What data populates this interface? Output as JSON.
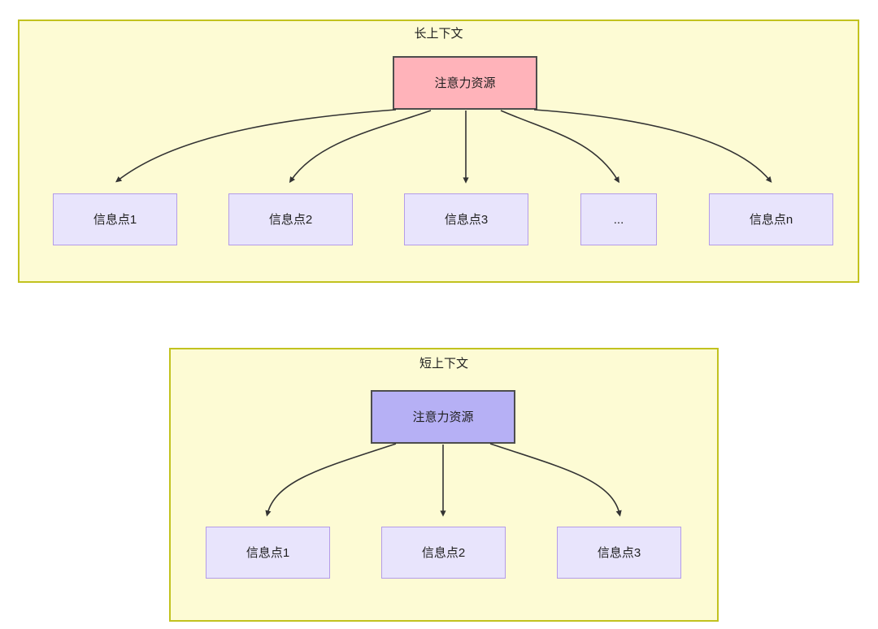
{
  "diagram": {
    "type": "diagram",
    "description": "Two comparison panels showing attention resource distribution across information points in long context versus short context",
    "panels": [
      {
        "id": "long-context",
        "title": "长上下文",
        "root": {
          "label": "注意力资源",
          "fill_color": "#ffb3ba",
          "border_color": "#4d4d4d"
        },
        "leaves": [
          {
            "label": "信息点1"
          },
          {
            "label": "信息点2"
          },
          {
            "label": "信息点3"
          },
          {
            "label": "..."
          },
          {
            "label": "信息点n"
          }
        ],
        "leaf_fill_color": "#e8e4fc",
        "leaf_border_color": "#b49ce8",
        "panel_fill_color": "#fdfbd4",
        "panel_border_color": "#c2c21f"
      },
      {
        "id": "short-context",
        "title": "短上下文",
        "root": {
          "label": "注意力资源",
          "fill_color": "#b6b0f5",
          "border_color": "#4d4d4d"
        },
        "leaves": [
          {
            "label": "信息点1"
          },
          {
            "label": "信息点2"
          },
          {
            "label": "信息点3"
          }
        ],
        "leaf_fill_color": "#e8e4fc",
        "leaf_border_color": "#b49ce8",
        "panel_fill_color": "#fdfbd4",
        "panel_border_color": "#c2c21f"
      }
    ],
    "edge_color": "#333333"
  }
}
